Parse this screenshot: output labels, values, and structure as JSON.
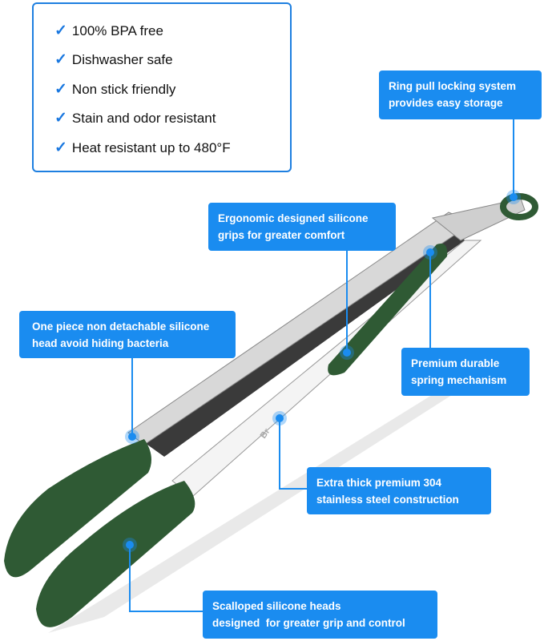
{
  "features": [
    "100% BPA free",
    "Dishwasher safe",
    "Non stick friendly",
    "Stain and odor resistant",
    "Heat resistant up to 480°F"
  ],
  "callouts": {
    "ring": [
      "Ring pull locking system",
      "provides easy storage"
    ],
    "grips": [
      "Ergonomic designed silicone",
      "grips for greater comfort"
    ],
    "head": [
      "One piece non detachable silicone",
      "head avoid hiding bacteria"
    ],
    "spring": [
      "Premium durable",
      "spring mechanism"
    ],
    "steel": [
      "Extra thick premium 304",
      "stainless steel construction"
    ],
    "scalloped": [
      "Scalloped silicone heads",
      "designed  for greater grip and control"
    ]
  },
  "colors": {
    "accent": "#1a8cf0",
    "silicone": "#2f5a34"
  }
}
